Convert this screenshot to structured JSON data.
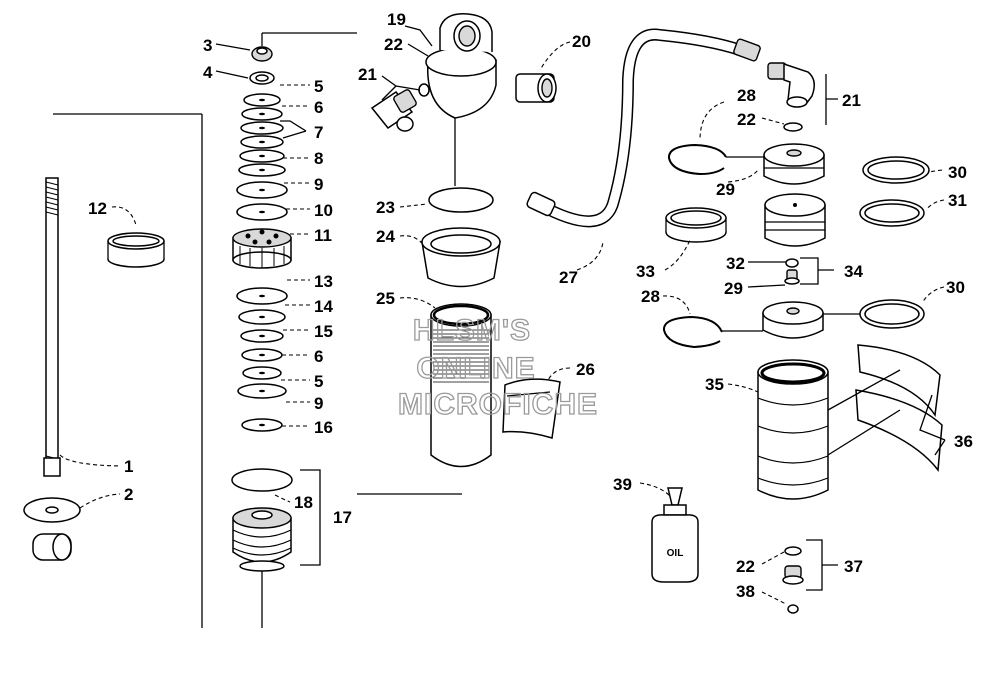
{
  "callouts": {
    "c1": "1",
    "c2": "2",
    "c3": "3",
    "c4": "4",
    "c5a": "5",
    "c5b": "5",
    "c6a": "6",
    "c6b": "6",
    "c7": "7",
    "c8": "8",
    "c9a": "9",
    "c9b": "9",
    "c10": "10",
    "c11": "11",
    "c12": "12",
    "c13": "13",
    "c14": "14",
    "c15": "15",
    "c16": "16",
    "c17": "17",
    "c18": "18",
    "c19": "19",
    "c20": "20",
    "c21a": "21",
    "c21b": "21",
    "c22a": "22",
    "c22b": "22",
    "c22c": "22",
    "c23": "23",
    "c24": "24",
    "c25": "25",
    "c26": "26",
    "c27": "27",
    "c28a": "28",
    "c28b": "28",
    "c29a": "29",
    "c29b": "29",
    "c30a": "30",
    "c30b": "30",
    "c31": "31",
    "c32": "32",
    "c33": "33",
    "c34": "34",
    "c35": "35",
    "c36": "36",
    "c37": "37",
    "c38": "38",
    "c39": "39"
  },
  "watermark": {
    "line1": "HLSM'S",
    "line2": "ONLINE",
    "line3": "MICROFICHE"
  },
  "bottle_label": "OIL"
}
